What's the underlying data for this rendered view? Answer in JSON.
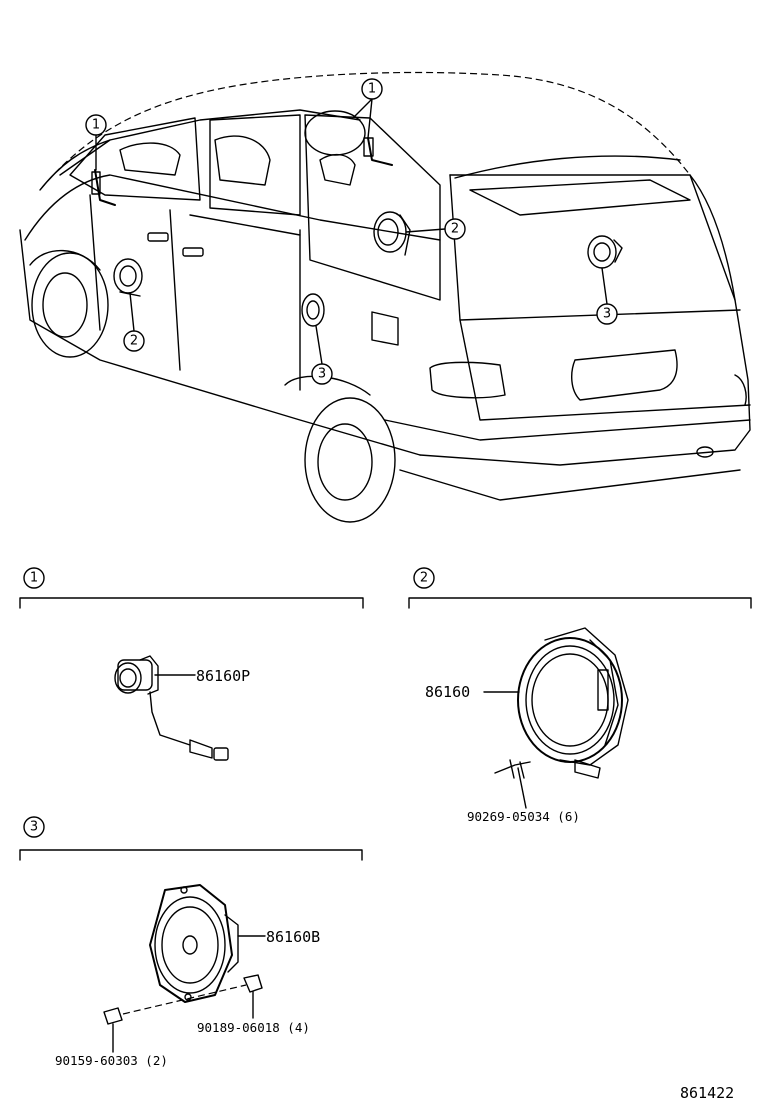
{
  "callouts": {
    "one": "1",
    "two": "2",
    "three": "3"
  },
  "sections": {
    "section_1": {
      "number": "1",
      "parts": {
        "tweeter": "86160P"
      }
    },
    "section_2": {
      "number": "2",
      "parts": {
        "speaker": "86160",
        "screw": "90269-05034 (6)"
      }
    },
    "section_3": {
      "number": "3",
      "parts": {
        "speaker": "86160B",
        "screw": "90159-60303 (2)",
        "nut": "90189-06018 (4)"
      }
    }
  },
  "diagram_id": "861422"
}
